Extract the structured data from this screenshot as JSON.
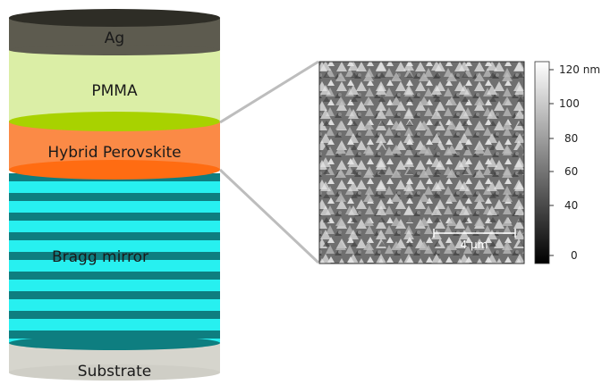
{
  "layers": {
    "ag": "Ag",
    "pmma": "PMMA",
    "perovskite": "Hybrid Perovskite",
    "bragg": "Bragg mirror",
    "substrate": "Substrate"
  },
  "afm": {
    "scale_bar_label": "4 μm",
    "colorbar_ticks": [
      "120 nm",
      "100",
      "80",
      "60",
      "40",
      "0"
    ]
  },
  "colors": {
    "ag": "#5d5b4f",
    "pmma": "#dbeea6",
    "perovskite": "#fb8a46",
    "bragg_light": "#27f0f0",
    "bragg_dark": "#0e7e80",
    "substrate": "#d6d5cd"
  }
}
